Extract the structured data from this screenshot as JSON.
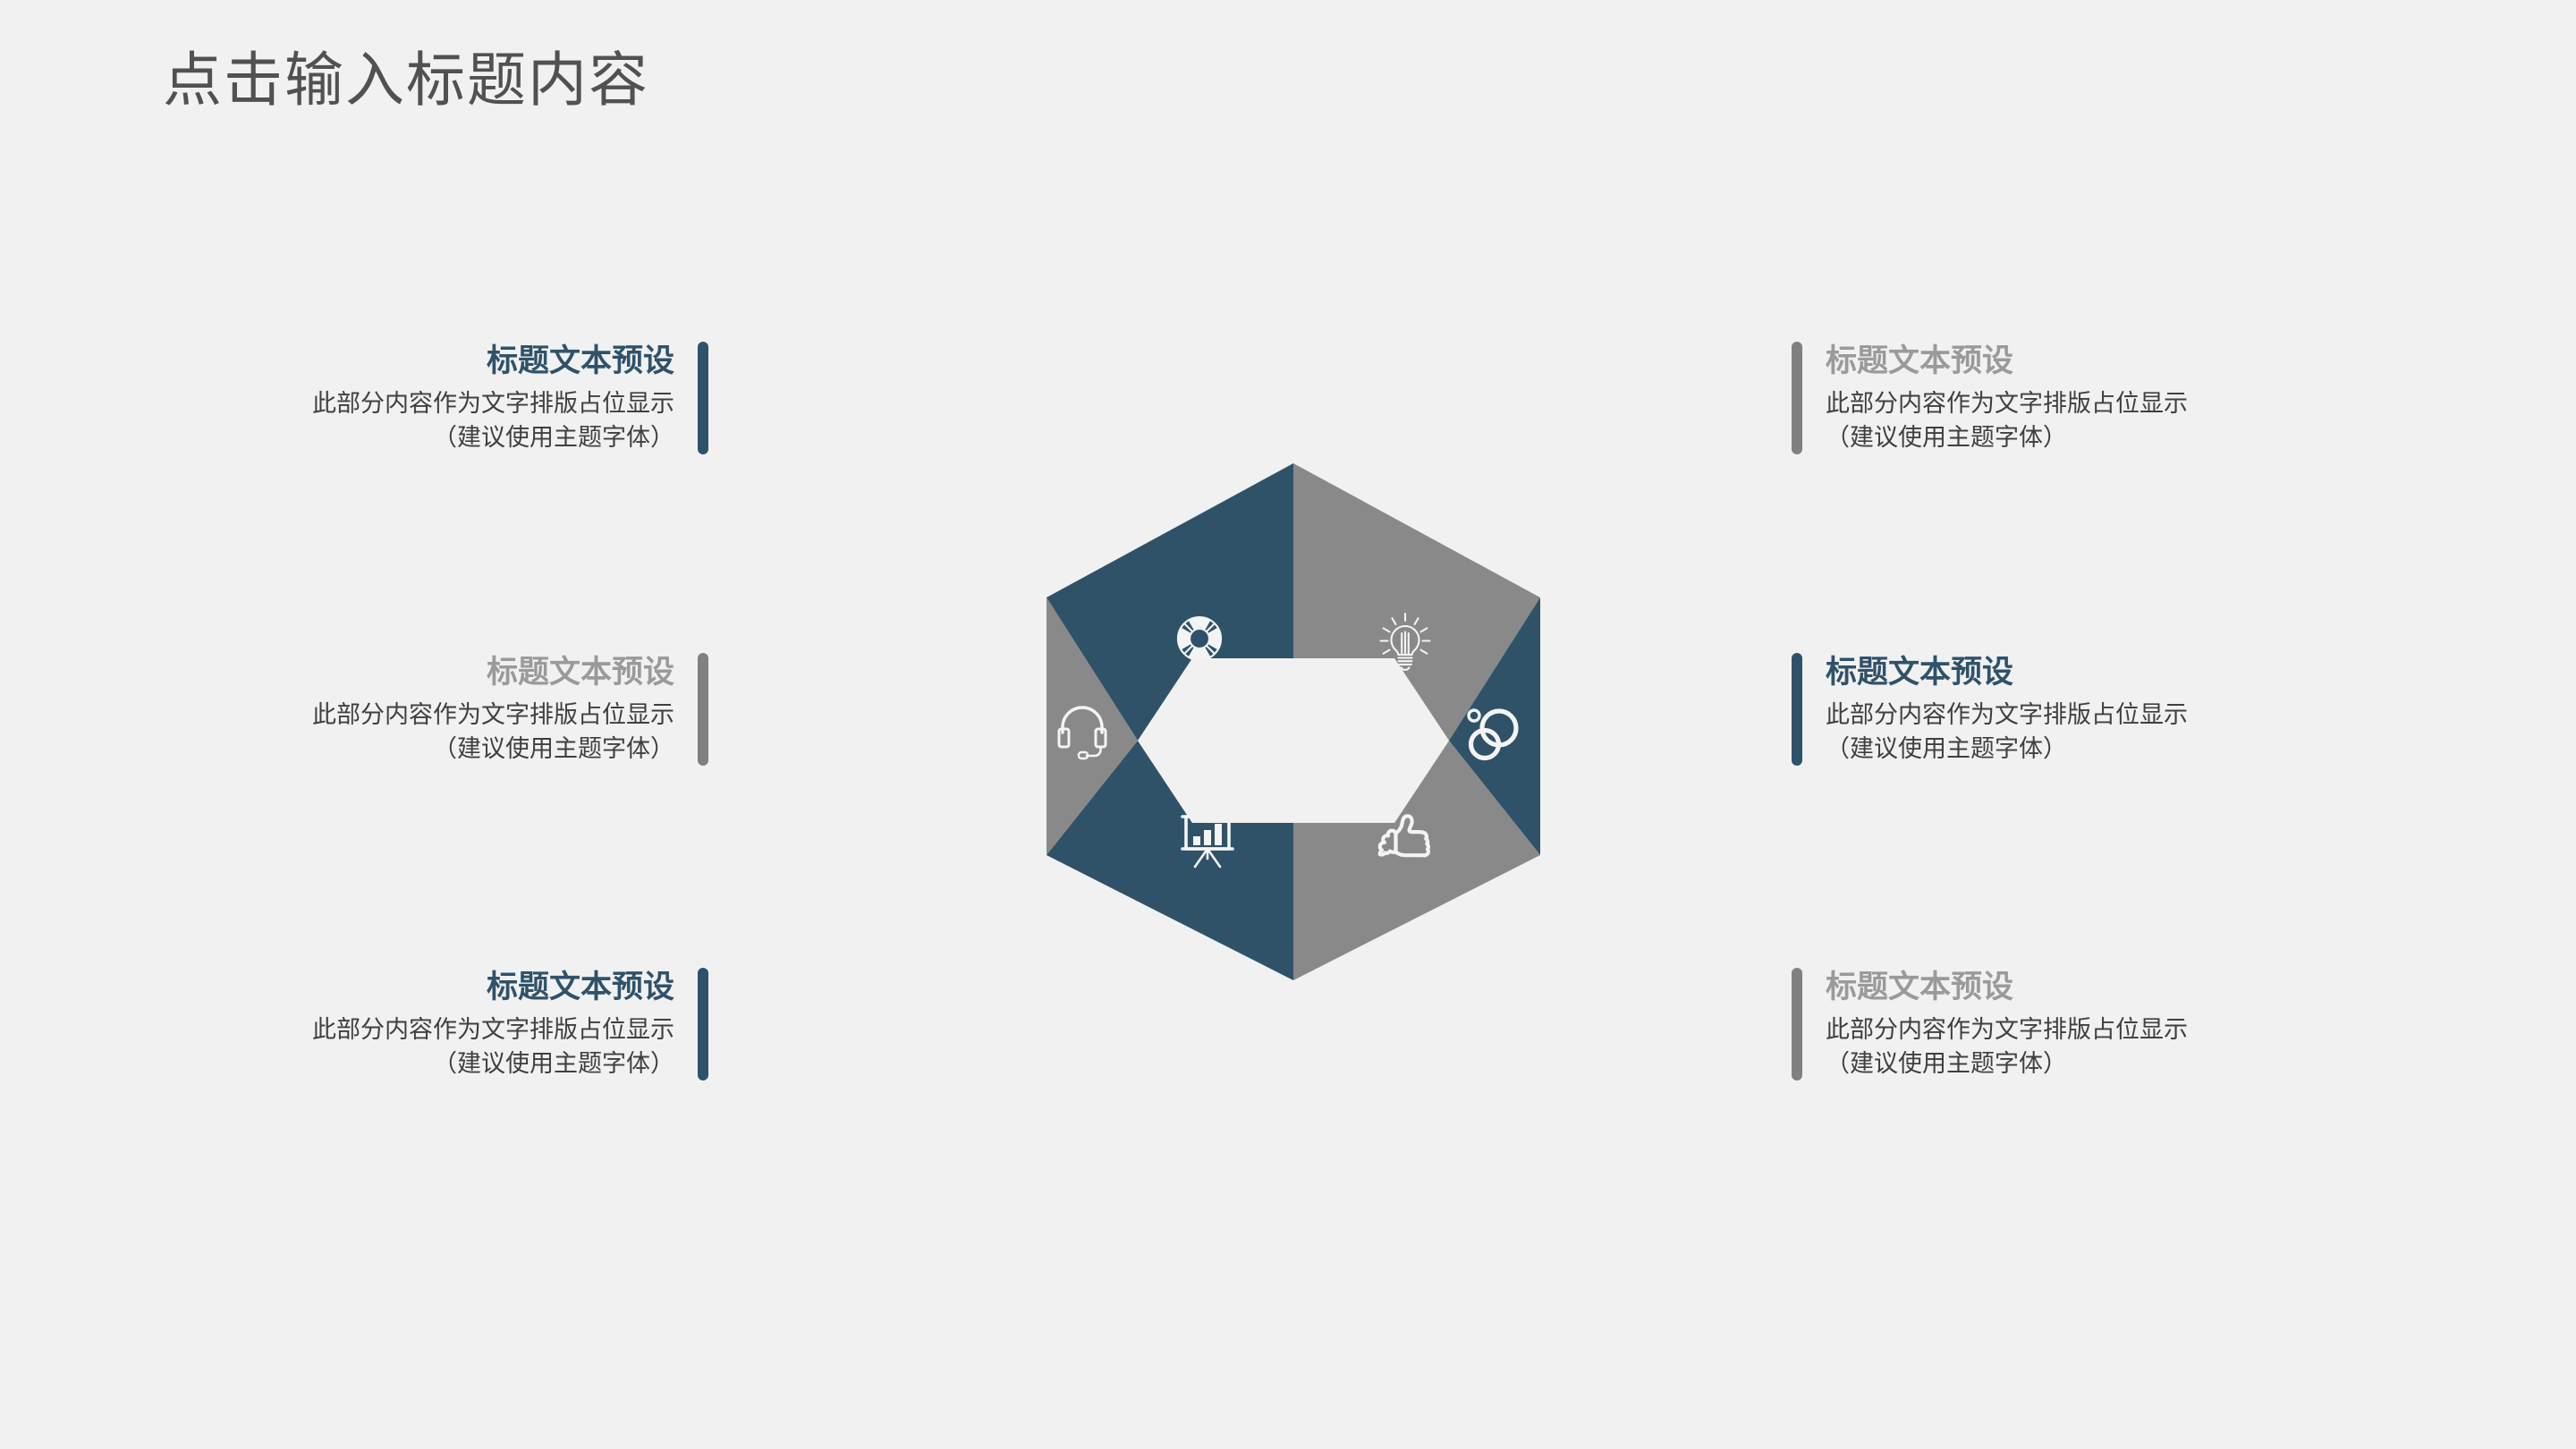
{
  "page": {
    "title": "点击输入标题内容",
    "background_color": "#f1f1f1"
  },
  "colors": {
    "accent_blue": "#2f5269",
    "accent_gray": "#898989",
    "title_gray": "#515151",
    "body_text": "#3f3f3f",
    "heading_gray": "#9a9a9a",
    "icon_stroke": "#f4f4f4"
  },
  "blocks": {
    "left": [
      {
        "title": "标题文本预设",
        "line1": "此部分内容作为文字排版占位显示",
        "line2": "（建议使用主题字体）",
        "accent": "#2f5269"
      },
      {
        "title": "标题文本预设",
        "line1": "此部分内容作为文字排版占位显示",
        "line2": "（建议使用主题字体）",
        "accent": "#898989"
      },
      {
        "title": "标题文本预设",
        "line1": "此部分内容作为文字排版占位显示",
        "line2": "（建议使用主题字体）",
        "accent": "#2f5269"
      }
    ],
    "right": [
      {
        "title": "标题文本预设",
        "line1": "此部分内容作为文字排版占位显示",
        "line2": "（建议使用主题字体）",
        "accent": "#898989"
      },
      {
        "title": "标题文本预设",
        "line1": "此部分内容作为文字排版占位显示",
        "line2": "（建议使用主题字体）",
        "accent": "#2f5269"
      },
      {
        "title": "标题文本预设",
        "line1": "此部分内容作为文字排版占位显示",
        "line2": "（建议使用主题字体）",
        "accent": "#898989"
      }
    ]
  },
  "diagram": {
    "type": "hexagon-donut",
    "segment_count": 6,
    "segments": [
      {
        "position": "top-left",
        "icon": "lifebuoy-icon",
        "color": "#2f5269"
      },
      {
        "position": "top-right",
        "icon": "lightbulb-icon",
        "color": "#898989"
      },
      {
        "position": "right",
        "icon": "linked-circles-icon",
        "color": "#2f5269"
      },
      {
        "position": "bottom-right",
        "icon": "thumbs-up-icon",
        "color": "#898989"
      },
      {
        "position": "bottom-left",
        "icon": "presentation-chart-icon",
        "color": "#2f5269"
      },
      {
        "position": "left",
        "icon": "headset-icon",
        "color": "#898989"
      }
    ]
  }
}
